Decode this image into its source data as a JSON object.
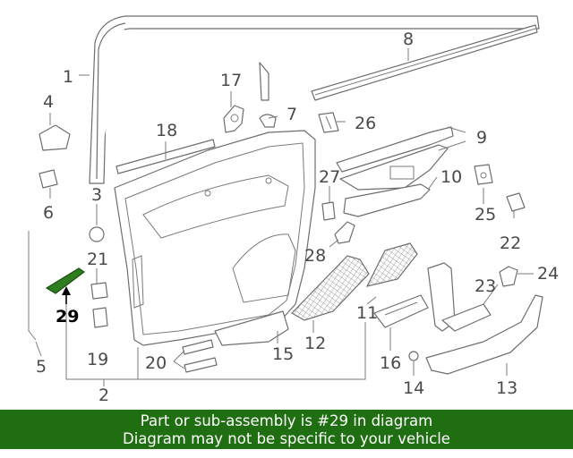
{
  "callouts": {
    "c1": "1",
    "c2": "2",
    "c3": "3",
    "c4": "4",
    "c5": "5",
    "c6": "6",
    "c7": "7",
    "c8": "8",
    "c9": "9",
    "c10": "10",
    "c11": "11",
    "c12": "12",
    "c13": "13",
    "c14": "14",
    "c15": "15",
    "c16": "16",
    "c17": "17",
    "c18": "18",
    "c19": "19",
    "c20": "20",
    "c21": "21",
    "c22": "22",
    "c23": "23",
    "c24": "24",
    "c25": "25",
    "c26": "26",
    "c27": "27",
    "c28": "28",
    "c29": "29"
  },
  "highlight": {
    "part_number": "29",
    "color": "#2e7d1e"
  },
  "banner": {
    "line1": "Part or sub-assembly is #29 in diagram",
    "line2": "Diagram may not be specific to your vehicle",
    "background": "#1f6e12"
  }
}
